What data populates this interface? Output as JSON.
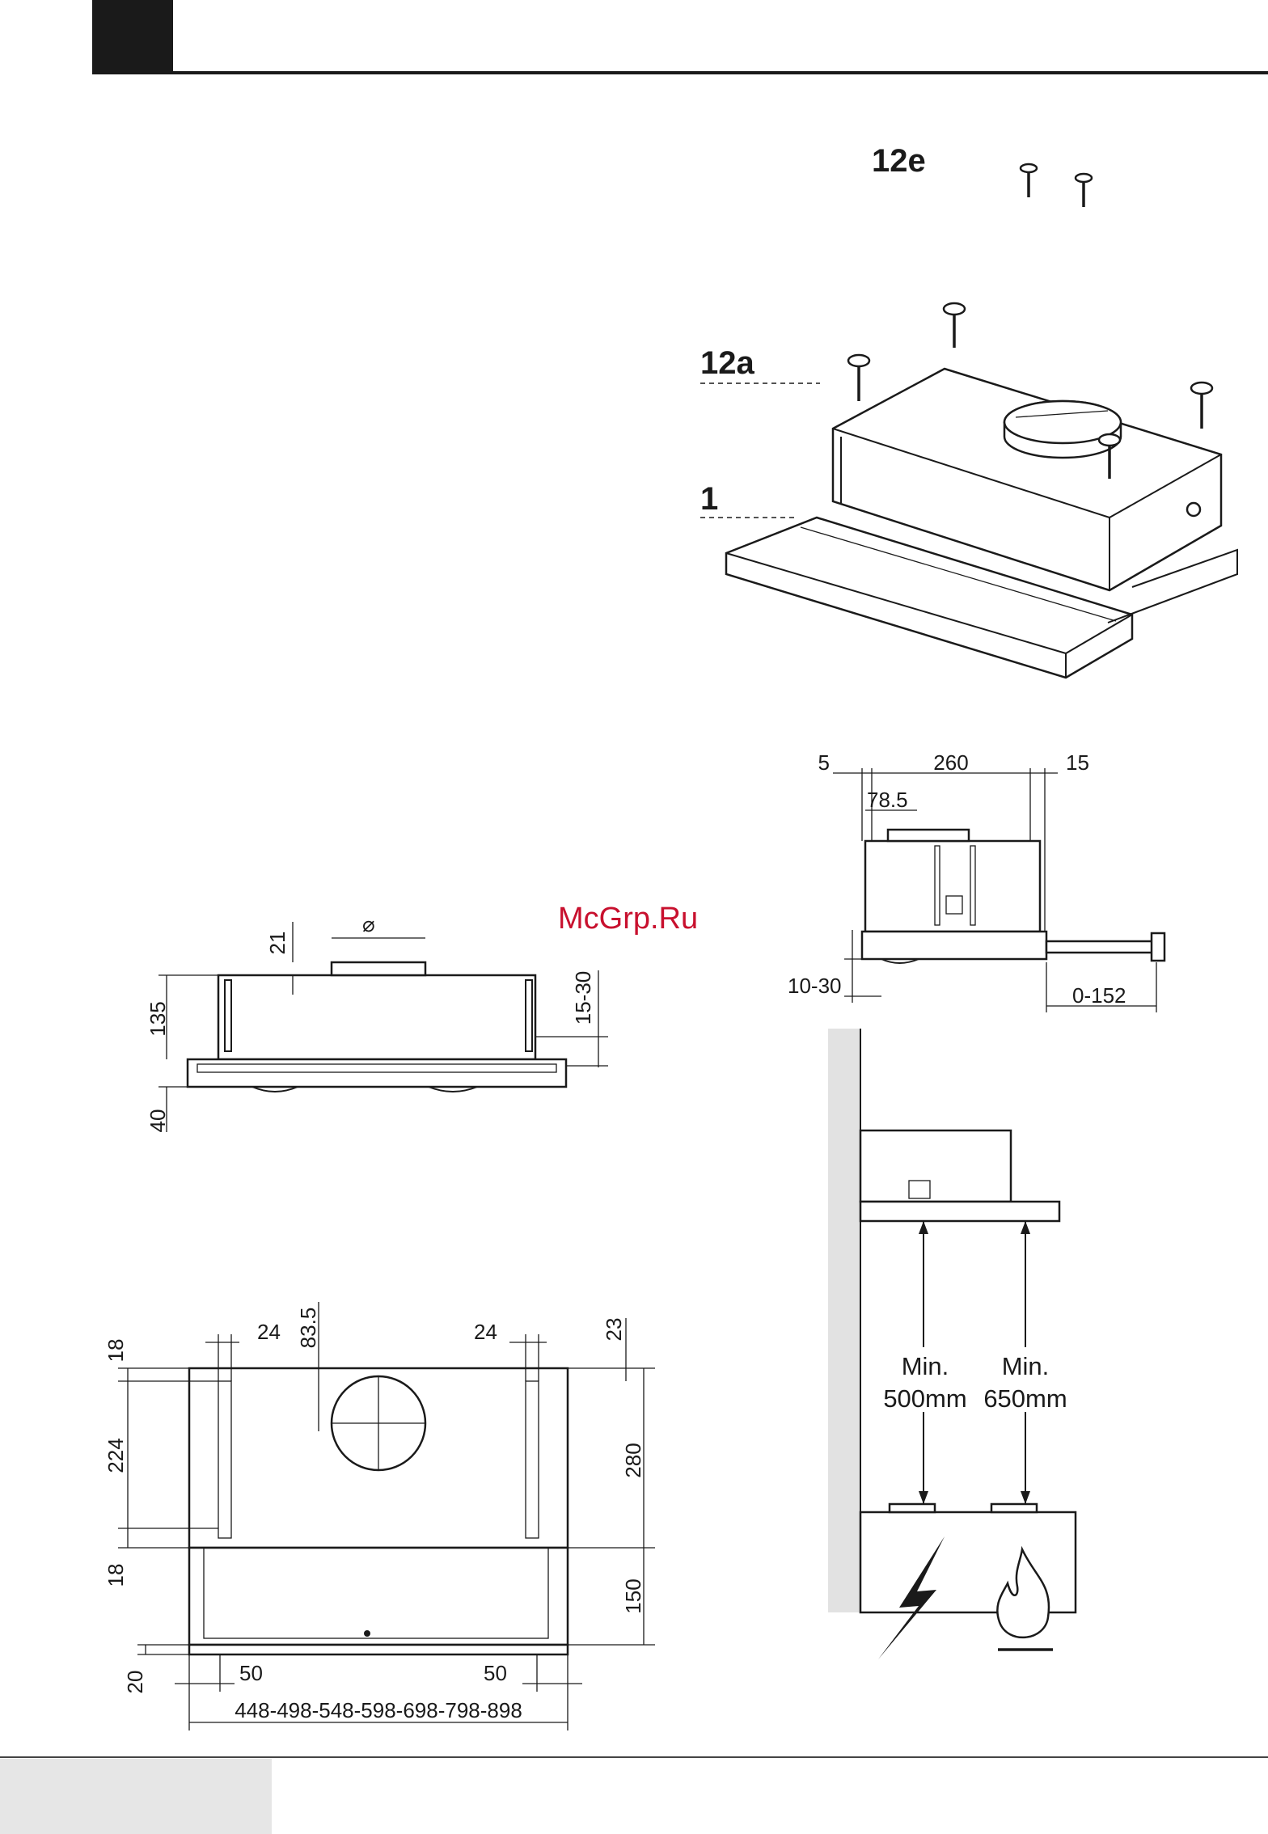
{
  "watermark": "McGrp.Ru",
  "callouts": {
    "label_12e": "12e",
    "label_12a": "12a",
    "label_1": "1"
  },
  "front_view": {
    "dim_21": "21",
    "diameter_symbol": "⌀",
    "dim_135": "135",
    "dim_40": "40",
    "dim_15_30": "15-30"
  },
  "top_view": {
    "dim_18_top": "18",
    "dim_224": "224",
    "dim_18_bottom": "18",
    "dim_20": "20",
    "dim_24_left": "24",
    "dim_83_5": "83.5",
    "dim_24_right": "24",
    "dim_23": "23",
    "dim_280": "280",
    "dim_150": "150",
    "dim_50_left": "50",
    "dim_50_right": "50",
    "widths": "448-498-548-598-698-798-898"
  },
  "side_view": {
    "dim_5": "5",
    "dim_260": "260",
    "dim_15": "15",
    "dim_78_5": "78.5",
    "dim_10_30": "10-30",
    "dim_0_152": "0-152"
  },
  "clearance": {
    "min_left_1": "Min.",
    "min_left_2": "500mm",
    "min_right_1": "Min.",
    "min_right_2": "650mm"
  },
  "icons": {
    "electric": "lightning-bolt-icon",
    "gas": "flame-icon"
  }
}
